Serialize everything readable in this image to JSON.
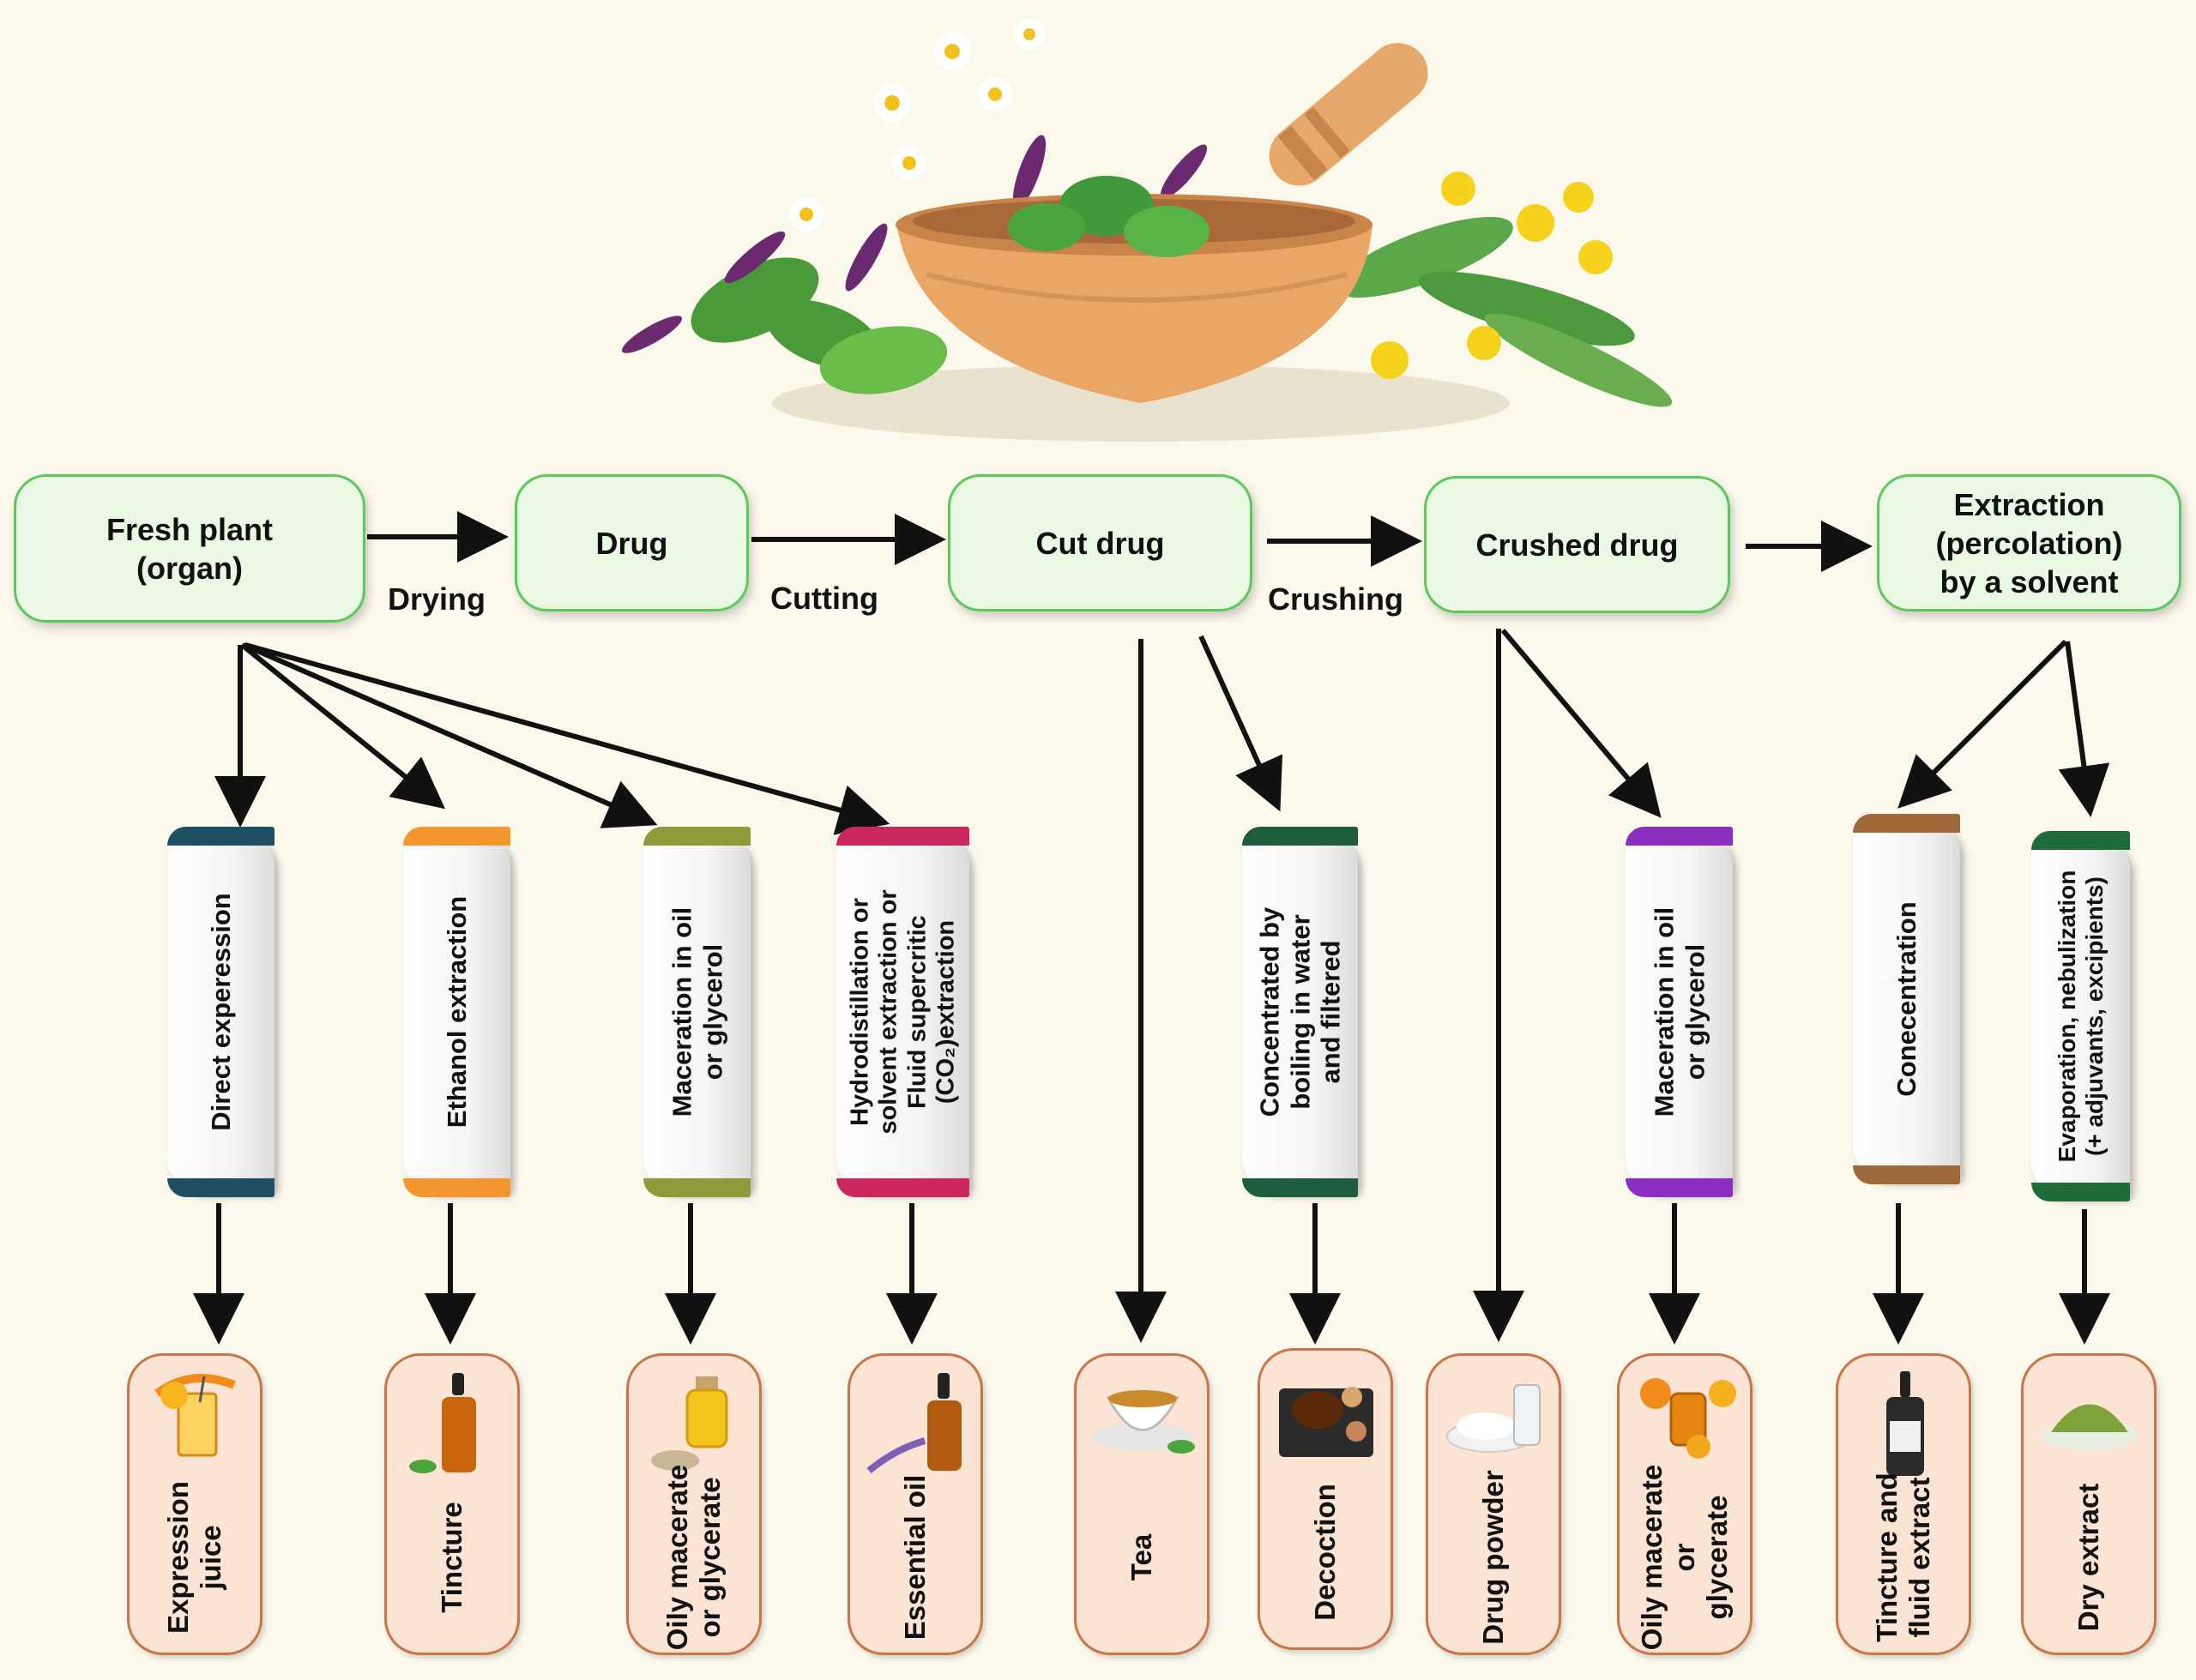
{
  "top_nodes": [
    {
      "id": "fresh",
      "label": "Fresh plant\n(organ)"
    },
    {
      "id": "drug",
      "label": "Drug"
    },
    {
      "id": "cut",
      "label": "Cut drug"
    },
    {
      "id": "crushed",
      "label": "Crushed drug"
    },
    {
      "id": "extraction",
      "label": "Extraction\n(percolation)\nby a solvent"
    }
  ],
  "edge_labels": [
    "Drying",
    "Cutting",
    "Crushing"
  ],
  "processes": [
    {
      "label": "Direct experession",
      "color": "#1f4f63"
    },
    {
      "label": "Ethanol extraction",
      "color": "#f4972e"
    },
    {
      "label": "Maceration in oil\nor glycerol",
      "color": "#8f9b3a"
    },
    {
      "label": "Hydrodistillation or\nsolvent extraction or\nFluid supercritic\n(CO₂)extraction",
      "color": "#c9275e"
    },
    {
      "label": "Concentrated by\nboiling in water\nand filtered",
      "color": "#1f5e3c"
    },
    {
      "label": "Maceration in oil\nor glycerol",
      "color": "#8a2fc0"
    },
    {
      "label": "Conecentration",
      "color": "#a0693a"
    },
    {
      "label": "Evaporation, nebulization\n(+ adjuvants, excipients)",
      "color": "#1f6b3a"
    }
  ],
  "products": [
    {
      "label": "Expression\njuice",
      "icon": "juice-icon"
    },
    {
      "label": "Tincture",
      "icon": "tincture-bottle-icon"
    },
    {
      "label": "Oily macerate\nor glycerate",
      "icon": "oil-jar-icon"
    },
    {
      "label": "Essential oil",
      "icon": "essential-oil-icon"
    },
    {
      "label": "Tea",
      "icon": "tea-cup-icon"
    },
    {
      "label": "Decoction",
      "icon": "decoction-bowl-icon"
    },
    {
      "label": "Drug powder",
      "icon": "powder-icon"
    },
    {
      "label": "Oily macerate or\nglycerate",
      "icon": "calendula-oil-icon"
    },
    {
      "label": "Tincture and\nfluid extract",
      "icon": "dark-bottle-icon"
    },
    {
      "label": "Dry extract",
      "icon": "green-powder-icon"
    }
  ],
  "colors": {
    "node_fill": "#e9f9e3",
    "node_border": "#5ec85a",
    "product_fill": "#fbe4d3",
    "product_border": "#c9754a",
    "background": "#fbf8ec"
  }
}
